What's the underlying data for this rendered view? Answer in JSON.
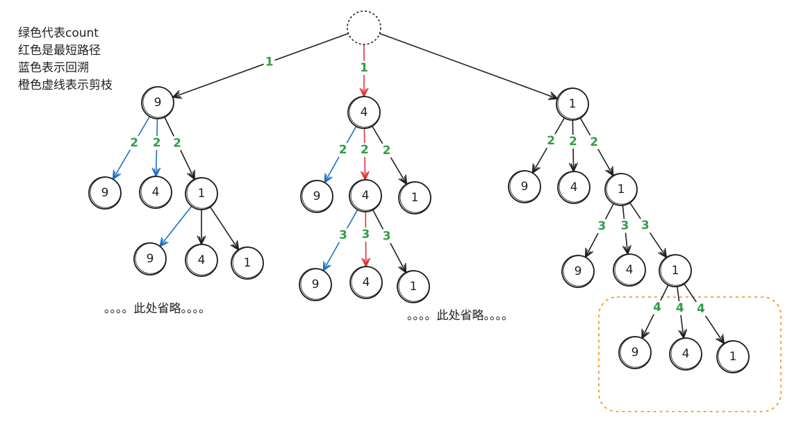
{
  "legend": [
    "绿色代表count",
    "红色是最短路径",
    "蓝色表示回溯",
    "橙色虚线表示剪枝"
  ],
  "colors": {
    "ink": "#1e1e1e",
    "green": "#2f9e44",
    "red": "#e03131",
    "blue": "#1971c2",
    "orange": "#f08c00"
  },
  "root_node": {
    "value": "",
    "style": "dashed"
  },
  "nodes": [
    {
      "id": "a",
      "value": "9"
    },
    {
      "id": "b",
      "value": "4"
    },
    {
      "id": "c",
      "value": "1"
    },
    {
      "id": "a1",
      "value": "9"
    },
    {
      "id": "a2",
      "value": "4"
    },
    {
      "id": "a3",
      "value": "1"
    },
    {
      "id": "a31",
      "value": "9"
    },
    {
      "id": "a32",
      "value": "4"
    },
    {
      "id": "a33",
      "value": "1"
    },
    {
      "id": "b1",
      "value": "9"
    },
    {
      "id": "b2",
      "value": "4"
    },
    {
      "id": "b3",
      "value": "1"
    },
    {
      "id": "b21",
      "value": "9"
    },
    {
      "id": "b22",
      "value": "4"
    },
    {
      "id": "b23",
      "value": "1"
    },
    {
      "id": "c1",
      "value": "9"
    },
    {
      "id": "c2",
      "value": "4"
    },
    {
      "id": "c3",
      "value": "1"
    },
    {
      "id": "c31",
      "value": "9"
    },
    {
      "id": "c32",
      "value": "4"
    },
    {
      "id": "c33",
      "value": "1"
    },
    {
      "id": "c331",
      "value": "9"
    },
    {
      "id": "c332",
      "value": "4"
    },
    {
      "id": "c333",
      "value": "1"
    }
  ],
  "edges": [
    {
      "from": "root",
      "to": "a",
      "color": "ink",
      "label": "1",
      "label_color": "green"
    },
    {
      "from": "root",
      "to": "b",
      "color": "red",
      "label": "1",
      "label_color": "green"
    },
    {
      "from": "root",
      "to": "c",
      "color": "ink",
      "label": "",
      "label_color": "green"
    },
    {
      "from": "a",
      "to": "a1",
      "color": "blue",
      "label": "2",
      "label_color": "green"
    },
    {
      "from": "a",
      "to": "a2",
      "color": "blue",
      "label": "2",
      "label_color": "green"
    },
    {
      "from": "a",
      "to": "a3",
      "color": "ink",
      "label": "2",
      "label_color": "green"
    },
    {
      "from": "a3",
      "to": "a31",
      "color": "blue",
      "label": "",
      "label_color": "green"
    },
    {
      "from": "a3",
      "to": "a32",
      "color": "ink",
      "label": "",
      "label_color": "green"
    },
    {
      "from": "a3",
      "to": "a33",
      "color": "ink",
      "label": "",
      "label_color": "green"
    },
    {
      "from": "b",
      "to": "b1",
      "color": "blue",
      "label": "2",
      "label_color": "green"
    },
    {
      "from": "b",
      "to": "b2",
      "color": "red",
      "label": "2",
      "label_color": "green"
    },
    {
      "from": "b",
      "to": "b3",
      "color": "ink",
      "label": "2",
      "label_color": "green"
    },
    {
      "from": "b2",
      "to": "b21",
      "color": "blue",
      "label": "3",
      "label_color": "green"
    },
    {
      "from": "b2",
      "to": "b22",
      "color": "red",
      "label": "3",
      "label_color": "green"
    },
    {
      "from": "b2",
      "to": "b23",
      "color": "ink",
      "label": "3",
      "label_color": "green"
    },
    {
      "from": "c",
      "to": "c1",
      "color": "ink",
      "label": "2",
      "label_color": "green"
    },
    {
      "from": "c",
      "to": "c2",
      "color": "ink",
      "label": "2",
      "label_color": "green"
    },
    {
      "from": "c",
      "to": "c3",
      "color": "ink",
      "label": "2",
      "label_color": "green"
    },
    {
      "from": "c3",
      "to": "c31",
      "color": "ink",
      "label": "3",
      "label_color": "green"
    },
    {
      "from": "c3",
      "to": "c32",
      "color": "ink",
      "label": "3",
      "label_color": "green"
    },
    {
      "from": "c3",
      "to": "c33",
      "color": "ink",
      "label": "3",
      "label_color": "green"
    },
    {
      "from": "c33",
      "to": "c331",
      "color": "ink",
      "label": "4",
      "label_color": "green"
    },
    {
      "from": "c33",
      "to": "c332",
      "color": "ink",
      "label": "4",
      "label_color": "green"
    },
    {
      "from": "c33",
      "to": "c333",
      "color": "ink",
      "label": "4",
      "label_color": "green"
    }
  ],
  "notes": [
    "。。。。此处省略。。。。",
    "。。。。此处省略。。。。"
  ],
  "pruned_group": {
    "style": "dashed",
    "color": "orange"
  }
}
